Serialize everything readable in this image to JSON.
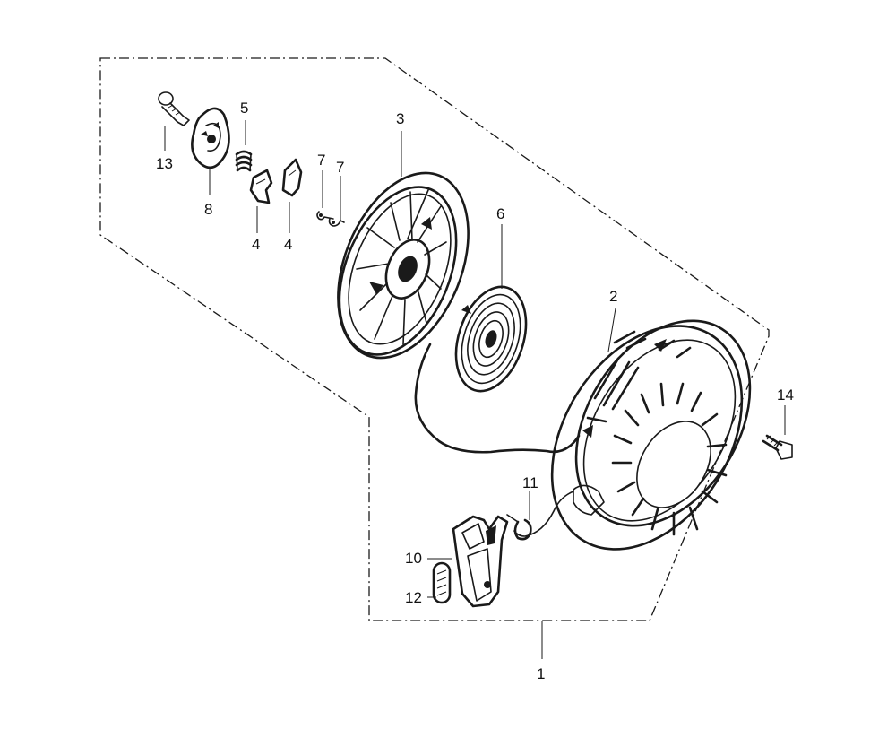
{
  "diagram": {
    "labels": {
      "p1": "1",
      "p2": "2",
      "p3": "3",
      "p4a": "4",
      "p4b": "4",
      "p5": "5",
      "p6": "6",
      "p7a": "7",
      "p7b": "7",
      "p8": "8",
      "p10": "10",
      "p11": "11",
      "p12": "12",
      "p13": "13",
      "p14": "14"
    }
  }
}
